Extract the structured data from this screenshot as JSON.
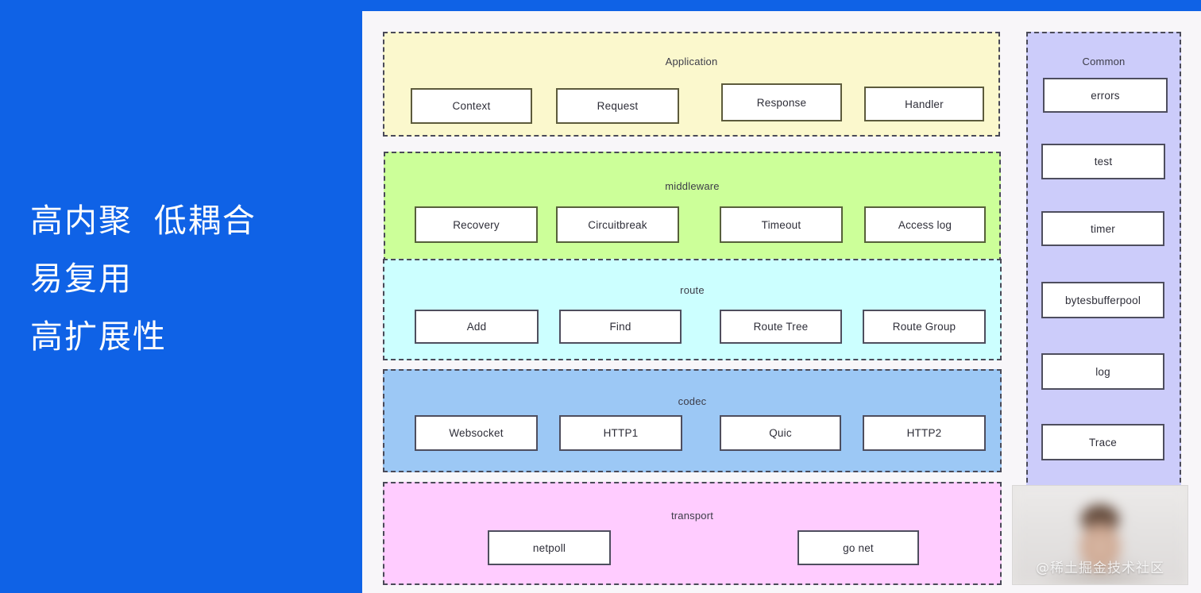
{
  "slide": {
    "background_color": "#0f62e6",
    "headline_lines": [
      "高内聚  低耦合",
      "易复用",
      "高扩展性"
    ]
  },
  "diagram": {
    "panel_background": "#f8f6f9",
    "layers": [
      {
        "id": "application",
        "title": "Application",
        "fill": "#fbf8cd",
        "nodes": [
          "Context",
          "Request",
          "Response",
          "Handler"
        ]
      },
      {
        "id": "middleware",
        "title": "middleware",
        "fill": "#ccff99",
        "nodes": [
          "Recovery",
          "Circuitbreak",
          "Timeout",
          "Access log"
        ]
      },
      {
        "id": "route",
        "title": "route",
        "fill": "#ccffff",
        "nodes": [
          "Add",
          "Find",
          "Route Tree",
          "Route Group"
        ]
      },
      {
        "id": "codec",
        "title": "codec",
        "fill": "#9cc8f5",
        "nodes": [
          "Websocket",
          "HTTP1",
          "Quic",
          "HTTP2"
        ]
      },
      {
        "id": "transport",
        "title": "transport",
        "fill": "#ffccff",
        "nodes": [
          "netpoll",
          "go net"
        ]
      }
    ],
    "common_column": {
      "id": "common",
      "title": "Common",
      "fill": "#ccccfa",
      "nodes": [
        "errors",
        "test",
        "timer",
        "bytesbufferpool",
        "log",
        "Trace"
      ]
    }
  },
  "pip": {
    "watermark": "@稀土掘金技术社区"
  }
}
